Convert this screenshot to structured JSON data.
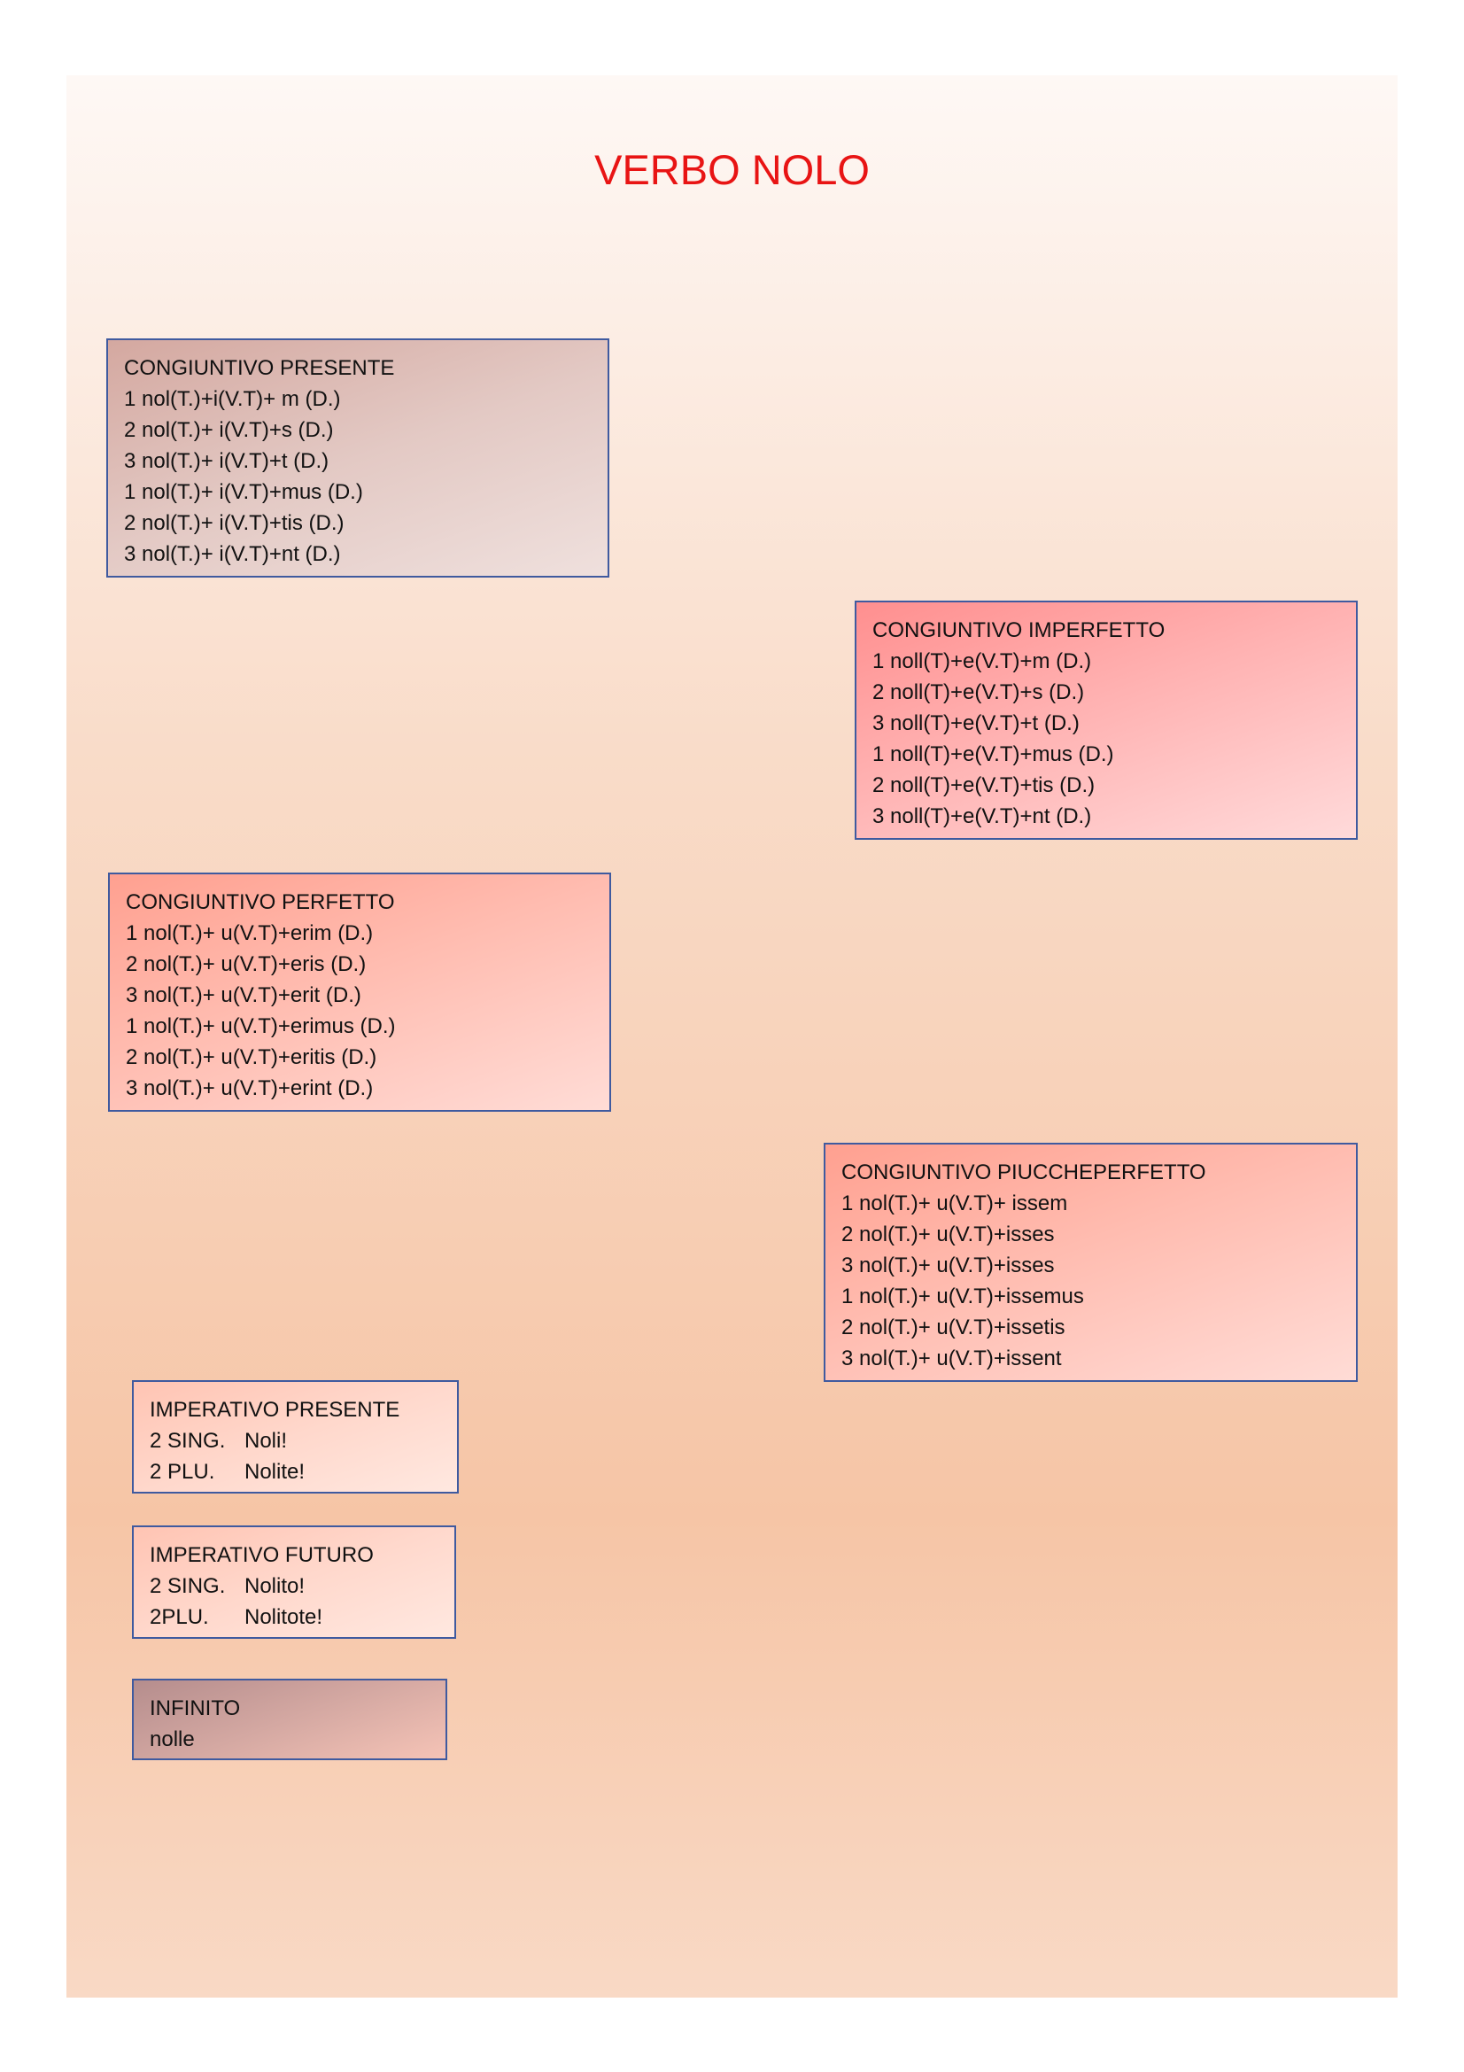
{
  "title": "VERBO NOLO",
  "boxes": {
    "cong_presente": {
      "heading": "CONGIUNTIVO PRESENTE",
      "lines": [
        "1 nol(T.)+i(V.T)+ m (D.)",
        "2 nol(T.)+ i(V.T)+s (D.)",
        "3 nol(T.)+ i(V.T)+t (D.)",
        "1 nol(T.)+ i(V.T)+mus (D.)",
        "2 nol(T.)+ i(V.T)+tis (D.)",
        "3 nol(T.)+ i(V.T)+nt (D.)"
      ]
    },
    "cong_imperfetto": {
      "heading": "CONGIUNTIVO IMPERFETTO",
      "lines": [
        "1 noll(T)+e(V.T)+m (D.)",
        "2 noll(T)+e(V.T)+s (D.)",
        "3 noll(T)+e(V.T)+t (D.)",
        "1 noll(T)+e(V.T)+mus (D.)",
        "2 noll(T)+e(V.T)+tis (D.)",
        "3 noll(T)+e(V.T)+nt (D.)"
      ]
    },
    "cong_perfetto": {
      "heading": "CONGIUNTIVO PERFETTO",
      "lines": [
        "1 nol(T.)+ u(V.T)+erim (D.)",
        "2 nol(T.)+ u(V.T)+eris (D.)",
        "3 nol(T.)+ u(V.T)+erit (D.)",
        "1 nol(T.)+ u(V.T)+erimus (D.)",
        "2 nol(T.)+ u(V.T)+eritis (D.)",
        "3 nol(T.)+ u(V.T)+erint (D.)"
      ]
    },
    "cong_piuccheperfetto": {
      "heading": "CONGIUNTIVO PIUCCHEPERFETTO",
      "lines": [
        "1 nol(T.)+ u(V.T)+ issem",
        "2 nol(T.)+ u(V.T)+isses",
        "3 nol(T.)+ u(V.T)+isses",
        "1 nol(T.)+ u(V.T)+issemus",
        "2 nol(T.)+ u(V.T)+issetis",
        "3 nol(T.)+ u(V.T)+issent"
      ]
    },
    "imp_presente": {
      "heading": "IMPERATIVO PRESENTE",
      "rows": [
        {
          "label": "2 SING.",
          "value": "Noli!"
        },
        {
          "label": "2 PLU.",
          "value": "Nolite!"
        }
      ]
    },
    "imp_futuro": {
      "heading": "IMPERATIVO FUTURO",
      "rows": [
        {
          "label": "2 SING.",
          "value": "Nolito!"
        },
        {
          "label": "2PLU.",
          "value": "Nolitote!"
        }
      ]
    },
    "infinito": {
      "heading": "INFINITO",
      "lines": [
        "nolle"
      ]
    }
  }
}
